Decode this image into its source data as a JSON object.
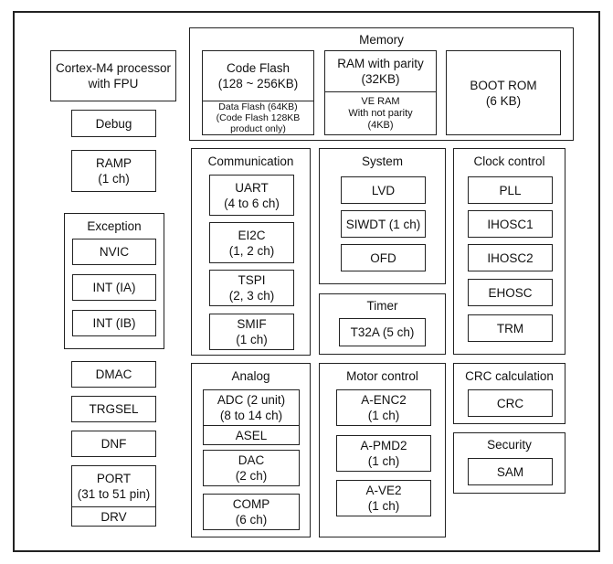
{
  "left": {
    "cortex": "Cortex-M4 processor\nwith FPU",
    "debug": "Debug",
    "ramp": "RAMP\n(1 ch)",
    "exception": {
      "title": "Exception",
      "items": [
        "NVIC",
        "INT (IA)",
        "INT (IB)"
      ]
    },
    "dmac": "DMAC",
    "trgsel": "TRGSEL",
    "dnf": "DNF",
    "port": "PORT\n(31 to 51 pin)",
    "drv": "DRV"
  },
  "memory": {
    "title": "Memory",
    "code_flash": "Code Flash\n(128 ~ 256KB)",
    "data_flash": "Data Flash (64KB)\n(Code Flash 128KB\nproduct only)",
    "ram_parity": "RAM with parity\n(32KB)",
    "ve_ram": "VE RAM\nWith not  parity\n(4KB)",
    "boot_rom": "BOOT ROM\n(6 KB)"
  },
  "communication": {
    "title": "Communication",
    "items": [
      "UART\n(4 to 6 ch)",
      "EI2C\n(1, 2 ch)",
      "TSPI\n(2, 3 ch)",
      "SMIF\n(1 ch)"
    ]
  },
  "system": {
    "title": "System",
    "items": [
      "LVD",
      "SIWDT (1 ch)",
      "OFD"
    ]
  },
  "clock": {
    "title": "Clock control",
    "items": [
      "PLL",
      "IHOSC1",
      "IHOSC2",
      "EHOSC",
      "TRM"
    ]
  },
  "timer": {
    "title": "Timer",
    "items": [
      "T32A (5 ch)"
    ]
  },
  "analog": {
    "title": "Analog",
    "adc": "ADC (2 unit)\n(8 to 14 ch)",
    "asel": "ASEL",
    "items": [
      "DAC\n(2 ch)",
      "COMP\n(6 ch)"
    ]
  },
  "motor": {
    "title": "Motor control",
    "items": [
      "A-ENC2\n(1 ch)",
      "A-PMD2\n(1 ch)",
      "A-VE2\n(1 ch)"
    ]
  },
  "crc": {
    "title": "CRC calculation",
    "items": [
      "CRC"
    ]
  },
  "security": {
    "title": "Security",
    "items": [
      "SAM"
    ]
  }
}
